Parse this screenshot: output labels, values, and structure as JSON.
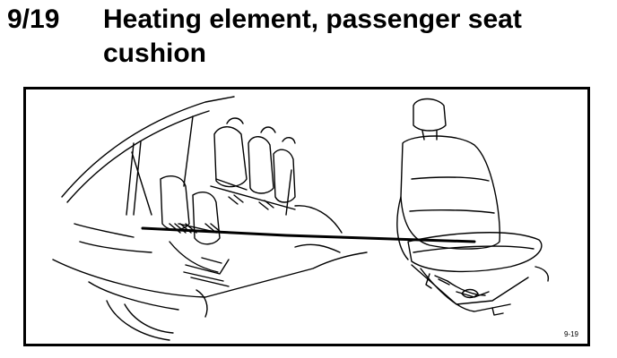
{
  "section": {
    "number": "9/19",
    "title": "Heating element, passenger seat cushion"
  },
  "figure": {
    "reference": "9-19",
    "icons": [
      "car-interior-illustration",
      "seat-illustration",
      "pointer-line"
    ]
  }
}
